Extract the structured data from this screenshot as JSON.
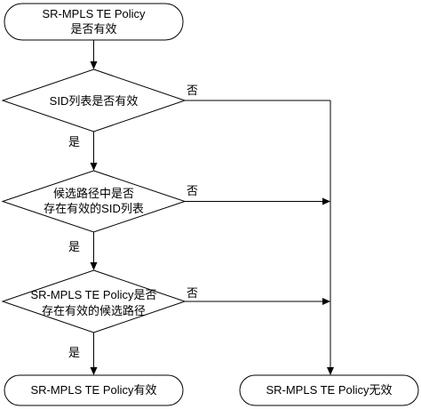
{
  "start": {
    "line1": "SR-MPLS TE Policy",
    "line2": "是否有效"
  },
  "decision1": {
    "line1": "SID列表是否有效"
  },
  "decision2": {
    "line1": "候选路径中是否",
    "line2": "存在有效的SID列表"
  },
  "decision3": {
    "line1": "SR-MPLS TE Policy是否",
    "line2": "存在有效的候选路径"
  },
  "labels": {
    "yes": "是",
    "no": "否"
  },
  "end_valid": {
    "text": "SR-MPLS TE Policy有效"
  },
  "end_invalid": {
    "text": "SR-MPLS TE Policy无效"
  }
}
